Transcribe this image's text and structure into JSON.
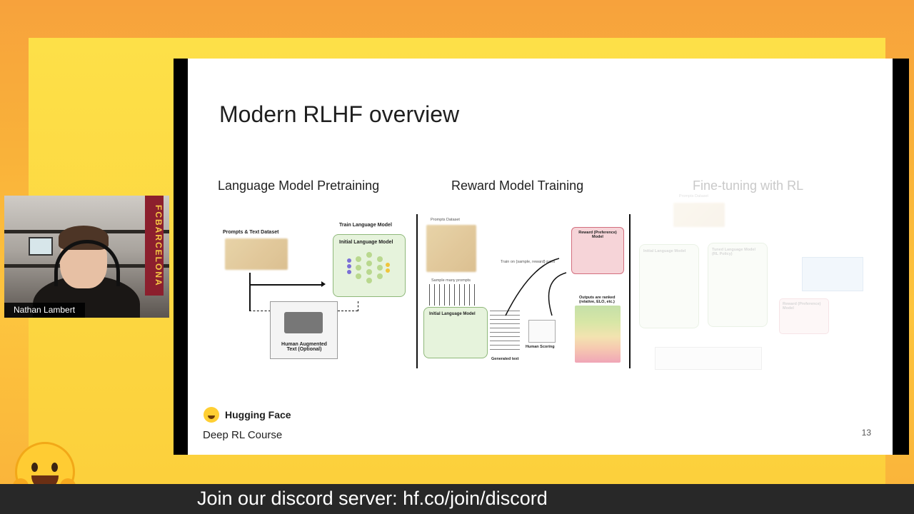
{
  "slide": {
    "title": "Modern RLHF overview",
    "sections": [
      {
        "label": "Language Model Pretraining"
      },
      {
        "label": "Reward Model Training"
      },
      {
        "label": "Fine-tuning with RL"
      }
    ],
    "pretraining": {
      "dataset_label": "Prompts & Text Dataset",
      "train_label": "Train Language Model",
      "model_label": "Initial Language Model",
      "human_text_label": "Human Augmented Text (Optional)"
    },
    "reward": {
      "dataset_label": "Prompts Dataset",
      "sample_label": "Sample many prompts",
      "model_label": "Initial Language Model",
      "generated_label": "Generated text",
      "train_label": "Train on {sample, reward} pairs",
      "reward_model_label": "Reward (Preference) Model",
      "human_scoring_label": "Human Scoring",
      "ranked_label": "Outputs are ranked (relative, ELO, etc.)"
    },
    "finetune": {
      "dataset_label": "Prompts Dataset",
      "initial_label": "Initial Language Model",
      "tuned_label": "Tuned Language Model (RL Policy)",
      "reward_label": "Reward (Preference) Model"
    },
    "footer": {
      "brand": "Hugging Face",
      "course": "Deep RL Course",
      "page": "13"
    }
  },
  "webcam": {
    "name": "Nathan Lambert",
    "banner_text": "FCBARCELONA"
  },
  "bottom_banner": {
    "text": "Join our discord server: hf.co/join/discord"
  },
  "colors": {
    "outer_bg": "#f9b23a",
    "inner_bg": "#fcd03c",
    "bottom_bar": "#282828"
  }
}
